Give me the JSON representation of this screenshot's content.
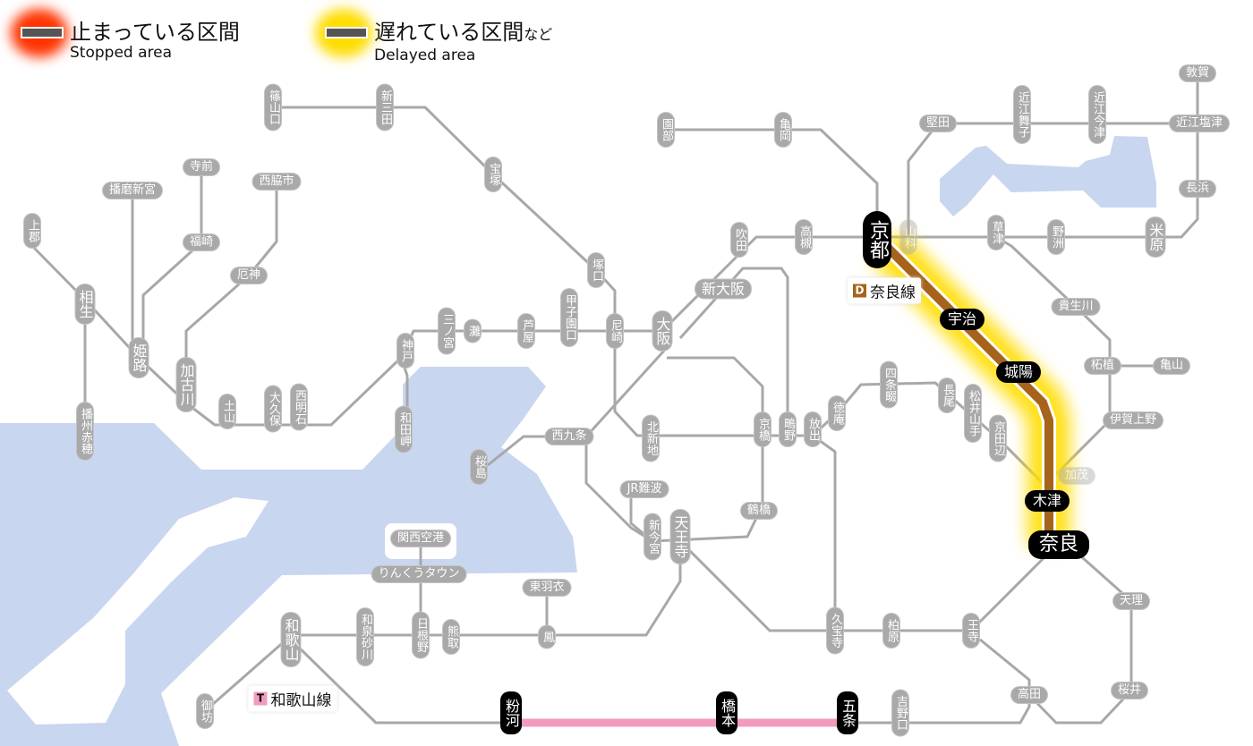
{
  "legend": {
    "stopped": {
      "jp": "止まっている区間",
      "en": "Stopped area",
      "color": "#ff3300"
    },
    "delayed": {
      "jp": "遅れている区間",
      "jp_suffix": "など",
      "en": "Delayed area",
      "color": "#ffdd00"
    }
  },
  "colors": {
    "line": "#a8a8a8",
    "water": "#c9d6f0",
    "delayed_line": "#a5631b",
    "stopped_line": "#f29ac0"
  },
  "line_labels": [
    {
      "id": "nara",
      "badge": "D",
      "name": "奈良線",
      "badge_color": "#a5631b",
      "status": "delayed"
    },
    {
      "id": "wakayama",
      "badge": "T",
      "name": "和歌山線",
      "badge_color": "#f29ac0",
      "status": "stopped"
    }
  ],
  "stations": [
    {
      "id": "sasayamaguchi",
      "name": "篠山口"
    },
    {
      "id": "shinsanda",
      "name": "新三田"
    },
    {
      "id": "takarazuka",
      "name": "宝塚"
    },
    {
      "id": "tsukaguchi",
      "name": "塚口"
    },
    {
      "id": "amagasaki",
      "name": "尼崎"
    },
    {
      "id": "osaka",
      "name": "大阪"
    },
    {
      "id": "shinosaka",
      "name": "新大阪"
    },
    {
      "id": "suita",
      "name": "吹田"
    },
    {
      "id": "takatsuki",
      "name": "高槻"
    },
    {
      "id": "sonobe",
      "name": "園部"
    },
    {
      "id": "kameoka",
      "name": "亀岡"
    },
    {
      "id": "kyoto",
      "name": "京都",
      "affected": true
    },
    {
      "id": "yamashina",
      "name": "山科"
    },
    {
      "id": "katata",
      "name": "堅田"
    },
    {
      "id": "omimaiko",
      "name": "近江舞子"
    },
    {
      "id": "omiimazu",
      "name": "近江今津"
    },
    {
      "id": "omishiotsu",
      "name": "近江塩津"
    },
    {
      "id": "tsuruga",
      "name": "敦賀"
    },
    {
      "id": "nagahama",
      "name": "長浜"
    },
    {
      "id": "maibara",
      "name": "米原"
    },
    {
      "id": "yasu",
      "name": "野洲"
    },
    {
      "id": "kusatsu",
      "name": "草津"
    },
    {
      "id": "kibukawa",
      "name": "貴生川"
    },
    {
      "id": "tsuge",
      "name": "柘植"
    },
    {
      "id": "kameyama",
      "name": "亀山"
    },
    {
      "id": "igaueno",
      "name": "伊賀上野"
    },
    {
      "id": "kamo",
      "name": "加茂"
    },
    {
      "id": "kizu",
      "name": "木津",
      "affected": true
    },
    {
      "id": "nara",
      "name": "奈良",
      "affected": true
    },
    {
      "id": "uji",
      "name": "宇治",
      "affected": true
    },
    {
      "id": "joyo",
      "name": "城陽",
      "affected": true
    },
    {
      "id": "kyotanabe",
      "name": "京田辺"
    },
    {
      "id": "matsuiyamate",
      "name": "松井山手"
    },
    {
      "id": "nagao",
      "name": "長尾"
    },
    {
      "id": "shijonawate",
      "name": "四条畷"
    },
    {
      "id": "tokuan",
      "name": "徳庵"
    },
    {
      "id": "hanaten",
      "name": "放出"
    },
    {
      "id": "shigino",
      "name": "鴫野"
    },
    {
      "id": "kyobashi",
      "name": "京橋"
    },
    {
      "id": "kitashinchi",
      "name": "北新地"
    },
    {
      "id": "nishikujo",
      "name": "西九条"
    },
    {
      "id": "sakurajima",
      "name": "桜島"
    },
    {
      "id": "tsuruhashi",
      "name": "鶴橋"
    },
    {
      "id": "jrnamba",
      "name": "JR難波"
    },
    {
      "id": "shinimamiya",
      "name": "新今宮"
    },
    {
      "id": "tennoji",
      "name": "天王寺"
    },
    {
      "id": "higashihagoromo",
      "name": "東羽衣"
    },
    {
      "id": "otori",
      "name": "鳳"
    },
    {
      "id": "kumatori",
      "name": "熊取"
    },
    {
      "id": "hineno",
      "name": "日根野"
    },
    {
      "id": "rinku",
      "name": "りんくうタウン"
    },
    {
      "id": "kix",
      "name": "関西空港"
    },
    {
      "id": "izumisunagawa",
      "name": "和泉砂川"
    },
    {
      "id": "wakayama",
      "name": "和歌山"
    },
    {
      "id": "gobo",
      "name": "御坊"
    },
    {
      "id": "kokawa",
      "name": "粉河",
      "affected": true
    },
    {
      "id": "hashimoto",
      "name": "橋本",
      "affected": true
    },
    {
      "id": "gojo",
      "name": "五条",
      "affected": true
    },
    {
      "id": "yoshinoguchi",
      "name": "吉野口"
    },
    {
      "id": "takada",
      "name": "高田"
    },
    {
      "id": "sakurai",
      "name": "桜井"
    },
    {
      "id": "tenri",
      "name": "天理"
    },
    {
      "id": "oji",
      "name": "王寺"
    },
    {
      "id": "kashiwara",
      "name": "柏原"
    },
    {
      "id": "kyuhoji",
      "name": "久宝寺"
    },
    {
      "id": "sannomiya",
      "name": "三ノ宮"
    },
    {
      "id": "nada",
      "name": "灘"
    },
    {
      "id": "ashiya",
      "name": "芦屋"
    },
    {
      "id": "koshienguchi",
      "name": "甲子園口"
    },
    {
      "id": "kobe",
      "name": "神戸"
    },
    {
      "id": "wadamisaki",
      "name": "和田岬"
    },
    {
      "id": "nishiakashi",
      "name": "西明石"
    },
    {
      "id": "okubo",
      "name": "大久保"
    },
    {
      "id": "tsuchiyama",
      "name": "土山"
    },
    {
      "id": "kakogawa",
      "name": "加古川"
    },
    {
      "id": "yakujin",
      "name": "厄神"
    },
    {
      "id": "nishiwakishi",
      "name": "西脇市"
    },
    {
      "id": "fukusaki",
      "name": "福崎"
    },
    {
      "id": "teramae",
      "name": "寺前"
    },
    {
      "id": "harimashingu",
      "name": "播磨新宮"
    },
    {
      "id": "kamigori",
      "name": "上郡"
    },
    {
      "id": "aioi",
      "name": "相生"
    },
    {
      "id": "himeji",
      "name": "姫路"
    },
    {
      "id": "banshuako",
      "name": "播州赤穂"
    }
  ]
}
